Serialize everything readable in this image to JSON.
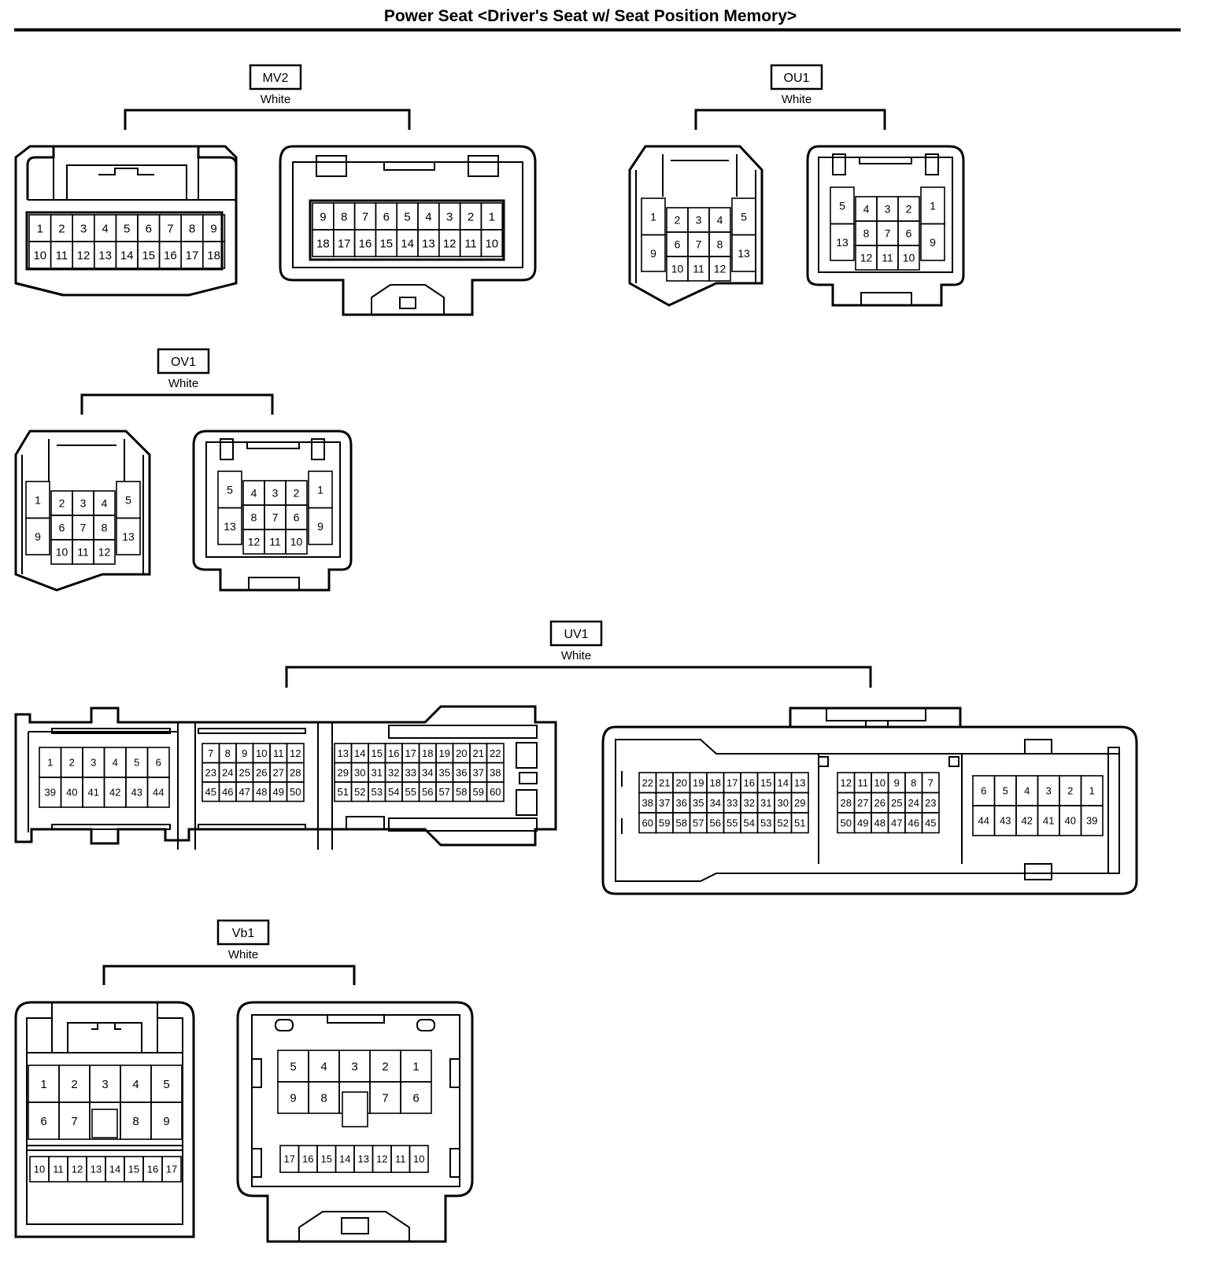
{
  "page": {
    "title": "Power Seat <Driver's Seat w/ Seat Position Memory>"
  },
  "connectors": [
    {
      "code": "MV2",
      "color": "White"
    },
    {
      "code": "OU1",
      "color": "White"
    },
    {
      "code": "OV1",
      "color": "White"
    },
    {
      "code": "UV1",
      "color": "White"
    },
    {
      "code": "Vb1",
      "color": "White"
    }
  ],
  "pins": {
    "MV2_left": [
      [
        "1",
        "2",
        "3",
        "4",
        "5",
        "6",
        "7",
        "8",
        "9"
      ],
      [
        "10",
        "11",
        "12",
        "13",
        "14",
        "15",
        "16",
        "17",
        "18"
      ]
    ],
    "MV2_right": [
      [
        "9",
        "8",
        "7",
        "6",
        "5",
        "4",
        "3",
        "2",
        "1"
      ],
      [
        "18",
        "17",
        "16",
        "15",
        "14",
        "13",
        "12",
        "11",
        "10"
      ]
    ],
    "OU1_left": {
      "outer_left": [
        "1",
        "9"
      ],
      "center": [
        [
          "2",
          "3",
          "4"
        ],
        [
          "6",
          "7",
          "8"
        ],
        [
          "10",
          "11",
          "12"
        ]
      ],
      "outer_right": [
        "5",
        "13"
      ]
    },
    "OU1_right": {
      "outer_left": [
        "5",
        "13"
      ],
      "center": [
        [
          "4",
          "3",
          "2"
        ],
        [
          "8",
          "7",
          "6"
        ],
        [
          "12",
          "11",
          "10"
        ]
      ],
      "outer_right": [
        "1",
        "9"
      ]
    },
    "OV1_left": {
      "outer_left": [
        "1",
        "9"
      ],
      "center": [
        [
          "2",
          "3",
          "4"
        ],
        [
          "6",
          "7",
          "8"
        ],
        [
          "10",
          "11",
          "12"
        ]
      ],
      "outer_right": [
        "5",
        "13"
      ]
    },
    "OV1_right": {
      "outer_left": [
        "5",
        "13"
      ],
      "center": [
        [
          "4",
          "3",
          "2"
        ],
        [
          "8",
          "7",
          "6"
        ],
        [
          "12",
          "11",
          "10"
        ]
      ],
      "outer_right": [
        "1",
        "9"
      ]
    },
    "UV1_left_a": [
      [
        "1",
        "2",
        "3",
        "4",
        "5",
        "6"
      ],
      [
        "39",
        "40",
        "41",
        "42",
        "43",
        "44"
      ]
    ],
    "UV1_left_b": [
      [
        "7",
        "8",
        "9",
        "10",
        "11",
        "12"
      ],
      [
        "23",
        "24",
        "25",
        "26",
        "27",
        "28"
      ],
      [
        "45",
        "46",
        "47",
        "48",
        "49",
        "50"
      ]
    ],
    "UV1_left_c": [
      [
        "13",
        "14",
        "15",
        "16",
        "17",
        "18",
        "19",
        "20",
        "21",
        "22"
      ],
      [
        "29",
        "30",
        "31",
        "32",
        "33",
        "34",
        "35",
        "36",
        "37",
        "38"
      ],
      [
        "51",
        "52",
        "53",
        "54",
        "55",
        "56",
        "57",
        "58",
        "59",
        "60"
      ]
    ],
    "UV1_right_a": [
      [
        "22",
        "21",
        "20",
        "19",
        "18",
        "17",
        "16",
        "15",
        "14",
        "13"
      ],
      [
        "38",
        "37",
        "36",
        "35",
        "34",
        "33",
        "32",
        "31",
        "30",
        "29"
      ],
      [
        "60",
        "59",
        "58",
        "57",
        "56",
        "55",
        "54",
        "53",
        "52",
        "51"
      ]
    ],
    "UV1_right_b": [
      [
        "12",
        "11",
        "10",
        "9",
        "8",
        "7"
      ],
      [
        "28",
        "27",
        "26",
        "25",
        "24",
        "23"
      ],
      [
        "50",
        "49",
        "48",
        "47",
        "46",
        "45"
      ]
    ],
    "UV1_right_c": [
      [
        "6",
        "5",
        "4",
        "3",
        "2",
        "1"
      ],
      [
        "44",
        "43",
        "42",
        "41",
        "40",
        "39"
      ]
    ],
    "Vb1_left_top": [
      [
        "1",
        "2",
        "3",
        "4",
        "5"
      ],
      [
        "6",
        "7",
        "",
        "8",
        "9"
      ]
    ],
    "Vb1_left_bottom": [
      "10",
      "11",
      "12",
      "13",
      "14",
      "15",
      "16",
      "17"
    ],
    "Vb1_right_top": [
      [
        "5",
        "4",
        "3",
        "2",
        "1"
      ],
      [
        "9",
        "8",
        "",
        "7",
        "6"
      ]
    ],
    "Vb1_right_bottom": [
      "17",
      "16",
      "15",
      "14",
      "13",
      "12",
      "11",
      "10"
    ]
  }
}
